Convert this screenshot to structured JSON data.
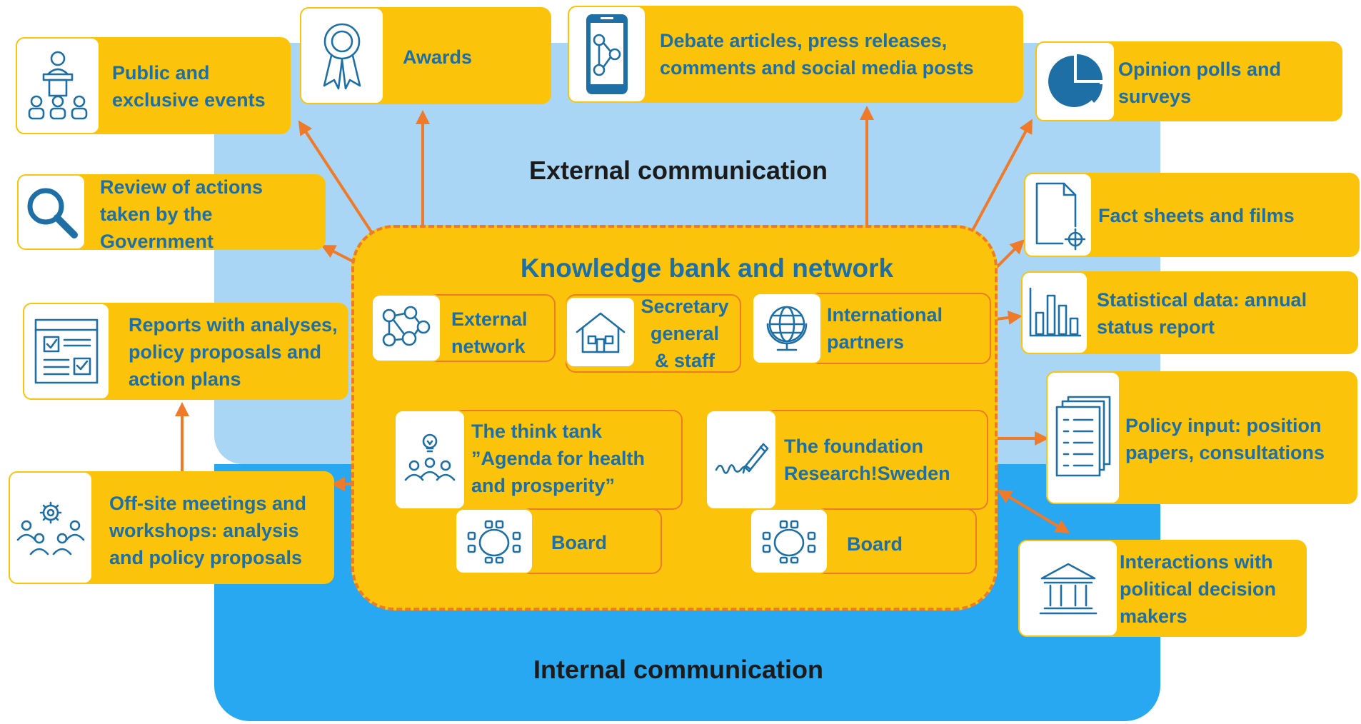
{
  "zones": {
    "external": "External communication",
    "internal": "Internal communication"
  },
  "core": {
    "title": "Knowledge bank and network",
    "external_network": "External\nnetwork",
    "secretary": "Secretary\ngeneral\n& staff",
    "international": "International\npartners",
    "think_tank": "The think tank\n”Agenda for health\nand prosperity”",
    "foundation": "The foundation\nResearch!Sweden",
    "board_left": "Board",
    "board_right": "Board"
  },
  "outputs": {
    "events": "Public and\nexclusive events",
    "awards": "Awards",
    "debate": "Debate articles, press releases,\ncomments and social media posts",
    "polls": "Opinion polls and\nsurveys",
    "review": "Review of actions\ntaken by the\nGovernment",
    "facts": "Fact sheets and films",
    "reports": "Reports with analyses,\npolicy proposals and\naction plans",
    "statistics": "Statistical data: annual\nstatus report",
    "policy_input": "Policy input: position\npapers, consultations",
    "offsite": "Off-site meetings and\nworkshops: analysis\nand policy proposals",
    "interactions": "Interactions with\npolitical decision\nmakers"
  },
  "icons": {
    "events": "audience-presentation-icon",
    "awards": "award-ribbon-icon",
    "debate": "smartphone-network-icon",
    "polls": "pie-chart-icon",
    "review": "magnifier-icon",
    "facts": "document-target-icon",
    "reports": "report-checklist-icon",
    "statistics": "bar-chart-icon",
    "policy_input": "checklist-pages-icon",
    "offsite": "team-gear-icon",
    "interactions": "government-building-icon",
    "external_network": "network-people-icon",
    "secretary": "house-icon",
    "international": "globe-icon",
    "think_tank": "idea-team-icon",
    "foundation": "signature-pen-icon",
    "board": "conference-table-icon"
  },
  "colors": {
    "accent_yellow": "#fbc40a",
    "arrow_orange": "#ee7a2a",
    "text_blue": "#1d6fa5",
    "external_zone": "#a9d6f5",
    "internal_zone": "#29a8f2"
  }
}
